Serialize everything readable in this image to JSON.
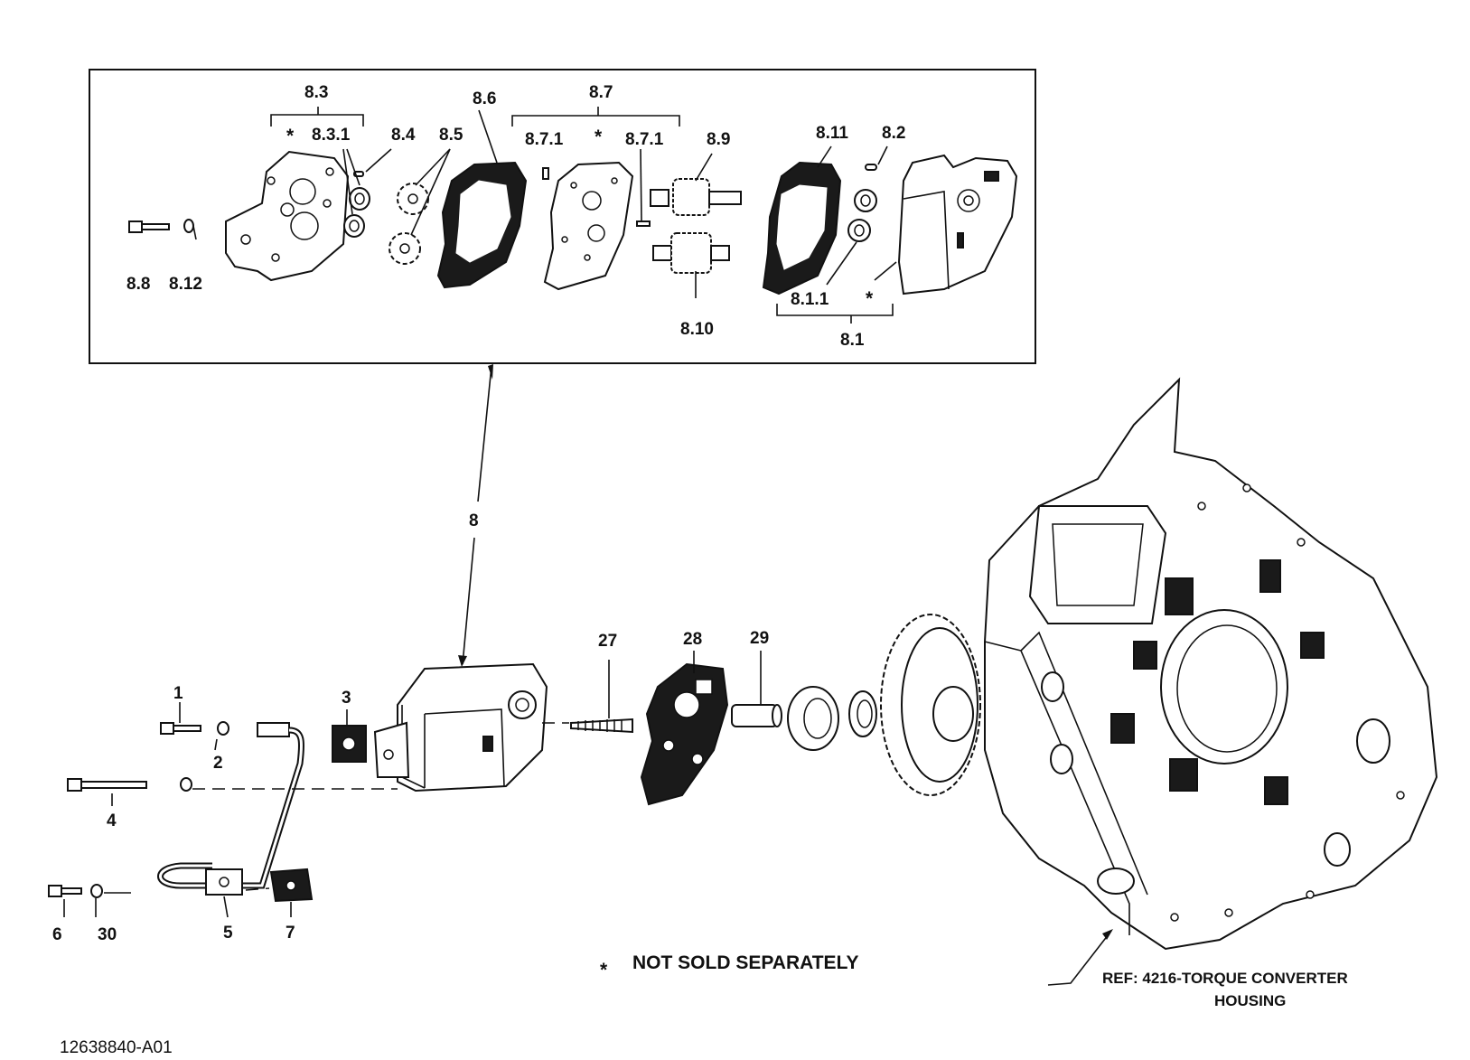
{
  "labels": {
    "l8_3": "8.3",
    "l8_3_1": "8.3.1",
    "l8_4": "8.4",
    "l8_5": "8.5",
    "l8_6": "8.6",
    "l8_7": "8.7",
    "l8_7_1a": "8.7.1",
    "l8_7_1b": "8.7.1",
    "l8_9": "8.9",
    "l8_11": "8.11",
    "l8_2": "8.2",
    "l8_8": "8.8",
    "l8_12": "8.12",
    "l8_10": "8.10",
    "l8_1_1": "8.1.1",
    "l8_1": "8.1",
    "l8": "8",
    "l1": "1",
    "l2": "2",
    "l3": "3",
    "l4": "4",
    "l5": "5",
    "l6": "6",
    "l7": "7",
    "l27": "27",
    "l28": "28",
    "l29": "29",
    "l30": "30"
  },
  "asterisk": "*",
  "note": "NOT SOLD SEPARATELY",
  "reference": {
    "line1": "REF: 4216-TORQUE CONVERTER",
    "line2": "HOUSING"
  },
  "document_id": "12638840-A01"
}
